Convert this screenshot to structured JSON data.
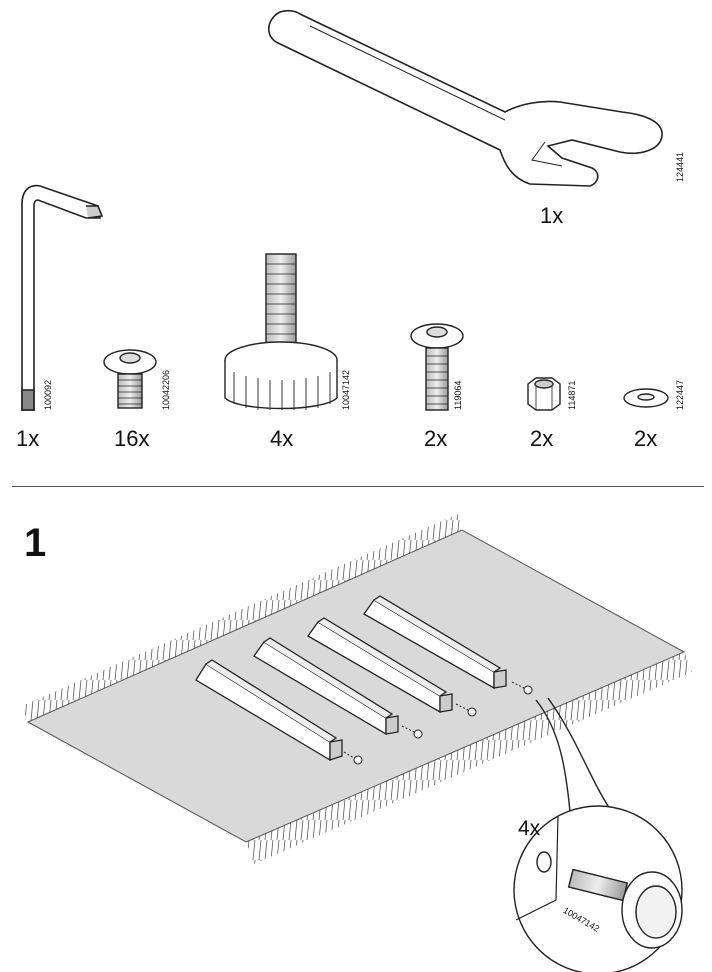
{
  "parts": [
    {
      "name": "wrench",
      "qty": "1x",
      "code": "124441"
    },
    {
      "name": "allen-key",
      "qty": "1x",
      "code": "100092"
    },
    {
      "name": "screw-short",
      "qty": "16x",
      "code": "10042206"
    },
    {
      "name": "adjustable-foot",
      "qty": "4x",
      "code": "10047142"
    },
    {
      "name": "bolt-long",
      "qty": "2x",
      "code": "119064"
    },
    {
      "name": "hex-nut",
      "qty": "2x",
      "code": "114871"
    },
    {
      "name": "washer",
      "qty": "2x",
      "code": "122447"
    }
  ],
  "step": {
    "number": "1",
    "callout_qty": "4x",
    "callout_code": "10047142"
  }
}
